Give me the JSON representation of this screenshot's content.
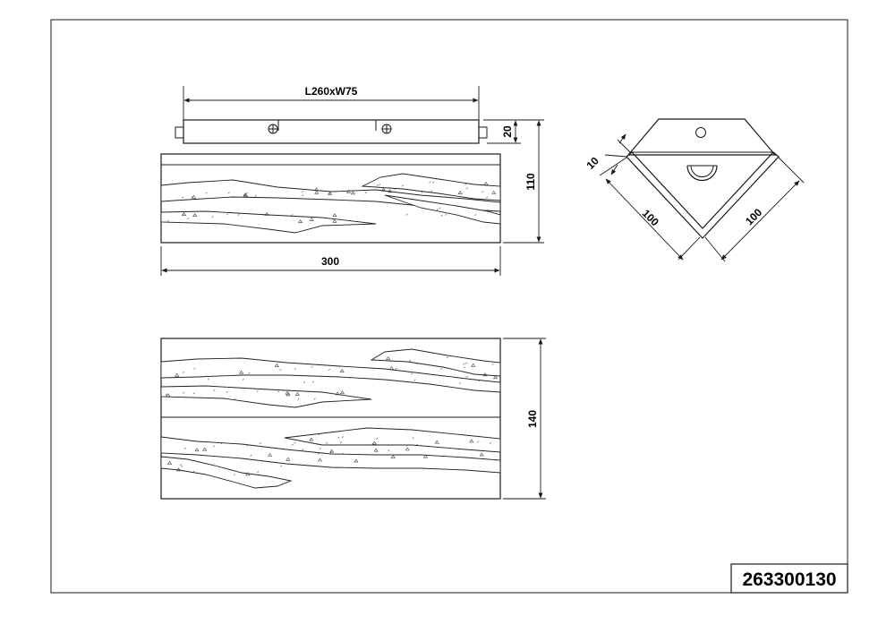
{
  "dimensions": {
    "top_width_label": "L260xW75",
    "bracket_height_label": "20",
    "side_height_label": "110",
    "overall_width_label": "300",
    "front_height_label": "140",
    "corner_thickness_label": "10",
    "corner_left_label": "100",
    "corner_right_label": "100"
  },
  "part_number": "263300130"
}
